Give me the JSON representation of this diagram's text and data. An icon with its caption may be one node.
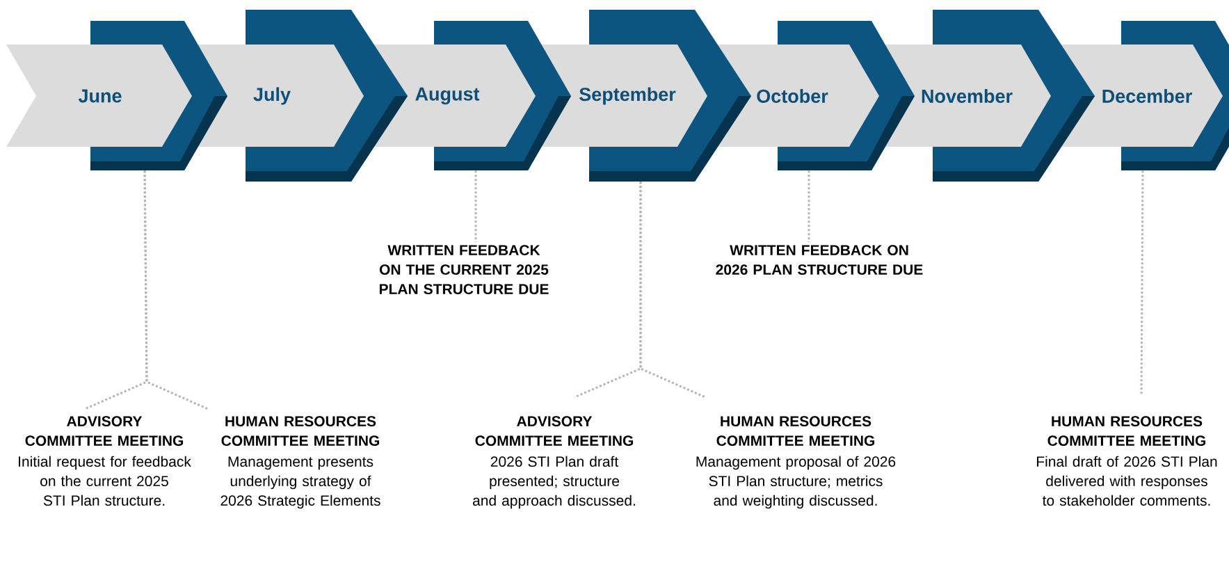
{
  "diagram": {
    "nodes": [
      {
        "text": [
          "June"
        ]
      },
      {
        "text": [
          "July"
        ]
      },
      {
        "text": [
          "August"
        ]
      },
      {
        "text": [
          "September"
        ]
      },
      {
        "text": [
          "October"
        ]
      },
      {
        "text": [
          "November"
        ]
      },
      {
        "text": [
          "December"
        ]
      },
      {
        "text": [
          "WRITTEN FEEDBACK ON THE CURRENT 2025 PLAN STRUCTURE DUE"
        ]
      },
      {
        "text": [
          "WRITTEN FEEDBACK ON 2026 PLAN STRUCTURE DUE"
        ]
      },
      {
        "text": [
          "ADVISORY COMMITTEE MEETING",
          "Initial request for feedback on the current 2025 STI Plan structure."
        ]
      },
      {
        "text": [
          "HUMAN RESOURCES COMMITTEE MEETING",
          "Management presents underlying strategy of 2026 Strategic Elements"
        ]
      },
      {
        "text": [
          "ADVISORY COMMITTEE MEETING",
          "2026 STI Plan draft presented; structure and approach discussed."
        ]
      },
      {
        "text": [
          "HUMAN RESOURCES COMMITTEE MEETING",
          "Management proposal of 2026 STI Plan structure; metrics and weighting discussed."
        ]
      },
      {
        "text": [
          "HUMAN RESOURCES COMMITTEE MEETING",
          "Final draft of 2026 STI Plan delivered with responses to stakeholder comments."
        ]
      }
    ],
    "edges": [
      {
        "from": 0,
        "to": 9,
        "arrow": "none"
      },
      {
        "from": 0,
        "to": 10,
        "arrow": "none"
      },
      {
        "from": 2,
        "to": 7,
        "arrow": "none"
      },
      {
        "from": 3,
        "to": 11,
        "arrow": "none"
      },
      {
        "from": 3,
        "to": 12,
        "arrow": "none"
      },
      {
        "from": 4,
        "to": 8,
        "arrow": "none"
      },
      {
        "from": 6,
        "to": 13,
        "arrow": "none"
      }
    ]
  }
}
